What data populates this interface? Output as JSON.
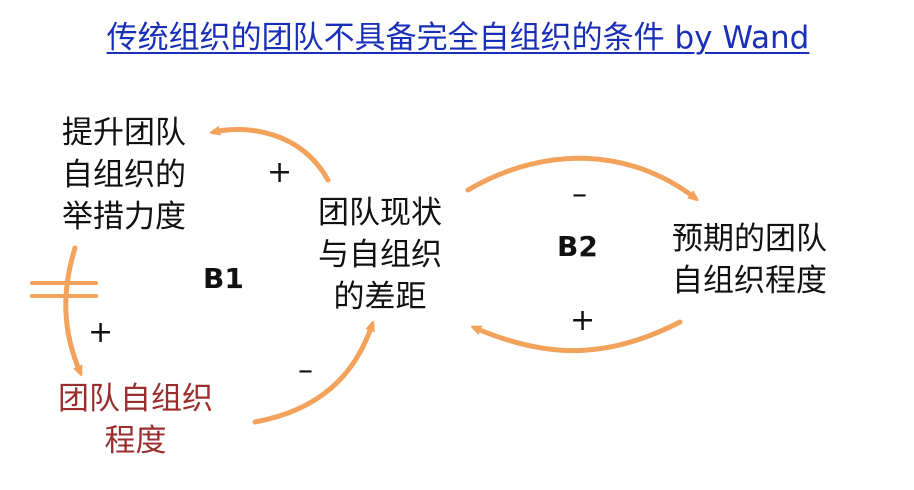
{
  "title": "传统组织的团队不具备完全自组织的条件 by Wand",
  "nodes": {
    "measures": [
      "提升团队",
      "自组织的",
      "举措力度"
    ],
    "gap": [
      "团队现状",
      "与自组织",
      "的差距"
    ],
    "expected": [
      "预期的团队",
      "自组织程度"
    ],
    "self_org": [
      "团队自组织",
      "程度"
    ]
  },
  "loops": {
    "b1": "B1",
    "b2": "B2"
  },
  "signs": {
    "gap_to_measures": "+",
    "measures_to_selforg": "+",
    "selforg_to_gap": "–",
    "gap_to_expected": "–",
    "expected_to_gap": "+"
  },
  "colors": {
    "title": "#1a2fb8",
    "arrow": "#f2a25a",
    "self_org_text": "#9a2e2e"
  }
}
